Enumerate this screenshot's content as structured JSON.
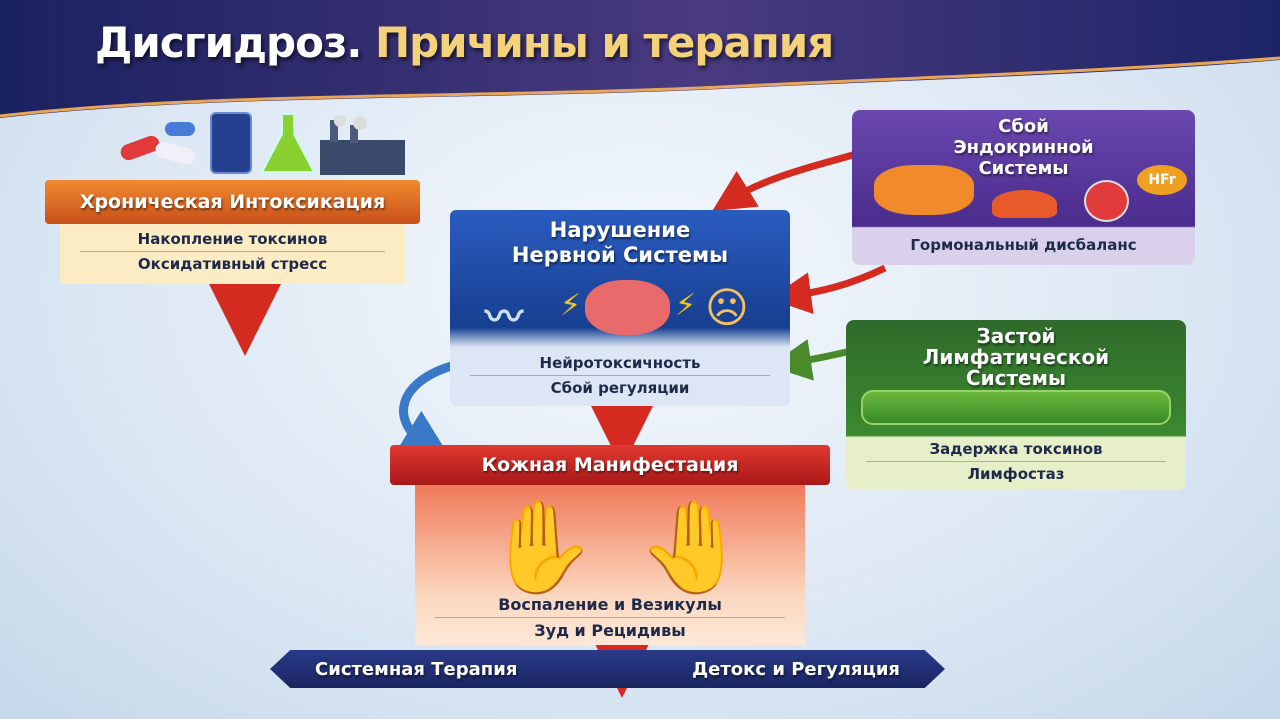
{
  "title": {
    "part1": "Дисгидроз.",
    "part2": "Причины и терапия"
  },
  "intoxication": {
    "title": "Хроническая Интоксикация",
    "lines": [
      "Накопление токсинов",
      "Оксидативный стресс"
    ]
  },
  "nervous": {
    "title_line1": "Нарушение",
    "title_line2": "Нервной Системы",
    "lines": [
      "Нейротоксичность",
      "Сбой регуляции"
    ]
  },
  "endocrine": {
    "title_line1": "Сбой",
    "title_line2": "Эндокринной",
    "title_line3": "Системы",
    "badge": "HFr",
    "lines": [
      "Гормональный дисбаланс"
    ]
  },
  "lymph": {
    "title_line1": "Застой",
    "title_line2": "Лимфатической",
    "title_line3": "Системы",
    "lines": [
      "Задержка токсинов",
      "Лимфостаз"
    ]
  },
  "skin": {
    "title": "Кожная Манифестация",
    "lines": [
      "Воспаление и Везикулы",
      "Зуд и Рецидивы"
    ]
  },
  "footer": {
    "left": "Системная Терапия",
    "right": "Детокс и Регуляция"
  },
  "colors": {
    "navy": "#1c2a6e",
    "orange": "#e0661c",
    "blue": "#1f4fa8",
    "purple": "#5a3c9c",
    "green": "#2f7a2a",
    "red": "#c8221f",
    "gold": "#f3d27a"
  }
}
